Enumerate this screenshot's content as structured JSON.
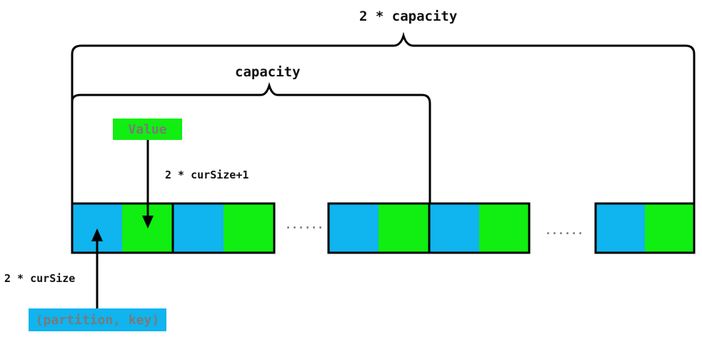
{
  "labels": {
    "outer_brace": "2 * capacity",
    "inner_brace": "capacity",
    "value_box": "Value",
    "key_box": "(partition, key)",
    "odd_index": "2 * curSize+1",
    "even_index": "2 * curSize",
    "ellipsis_1": "......",
    "ellipsis_2": "......"
  },
  "colors": {
    "key_cell": "#10b4ee",
    "value_cell": "#11ee11",
    "stroke": "#000000"
  }
}
